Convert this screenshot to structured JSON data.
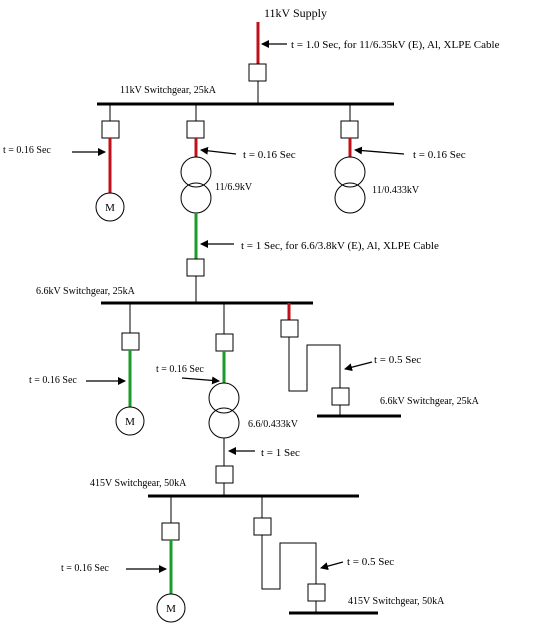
{
  "colors": {
    "red_cable": "#c0101a",
    "green_cable": "#1a9b2a",
    "line": "#000000",
    "background": "#ffffff"
  },
  "labels": {
    "supply": "11kV Supply",
    "t_supply": "t = 1.0 Sec, for 11/6.35kV (E), Al, XLPE Cable",
    "bus_11kv": "11kV Switchgear, 25kA",
    "t_motor_11kv": "t = 0.16 Sec",
    "t_tx1": "t = 0.16 Sec",
    "tx1_ratio": "11/6.9kV",
    "t_tx2": "t = 0.16 Sec",
    "tx2_ratio": "11/0.433kV",
    "motor_11kv": "M",
    "t_cable_6_6kv": "t = 1 Sec, for 6.6/3.8kV (E), Al, XLPE Cable",
    "bus_6_6kv": "6.6kV Switchgear, 25kA",
    "t_motor_6_6kv": "t = 0.16 Sec",
    "t_tx3": "t = 0.16 Sec",
    "tx3_ratio": "6.6/0.433kV",
    "motor_6_6kv": "M",
    "t_feeder_6_6kv": "t = 0.5 Sec",
    "bus_6_6kv_remote": "6.6kV Switchgear, 25kA",
    "t_tx3_lv": "t = 1 Sec",
    "bus_415v": "415V Switchgear, 50kA",
    "t_motor_415v": "t = 0.16 Sec",
    "motor_415v": "M",
    "t_feeder_415v": "t = 0.5 Sec",
    "bus_415v_remote": "415V Switchgear, 50kA"
  }
}
